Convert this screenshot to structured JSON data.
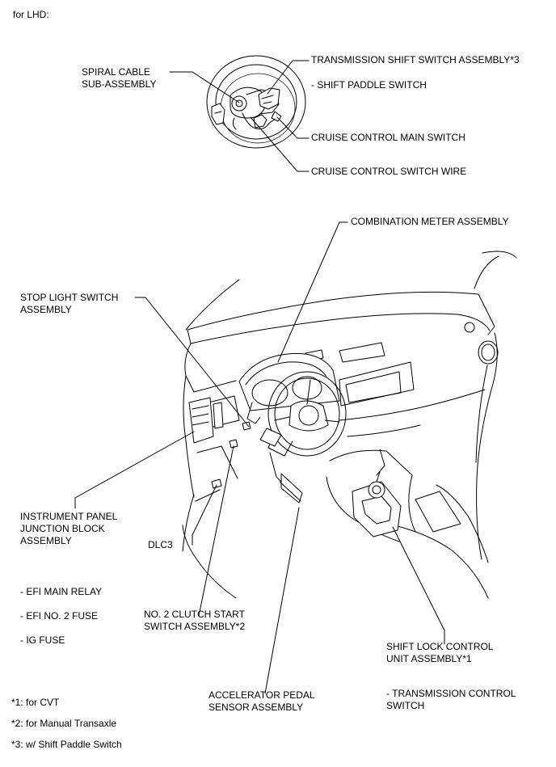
{
  "header": "for LHD:",
  "labels": {
    "spiral_cable": "SPIRAL CABLE\nSUB-ASSEMBLY",
    "trans_shift_switch": "TRANSMISSION SHIFT SWITCH ASSEMBLY*3",
    "shift_paddle": "- SHIFT PADDLE SWITCH",
    "cruise_main": "CRUISE CONTROL MAIN SWITCH",
    "cruise_wire": "CRUISE CONTROL SWITCH WIRE",
    "combination_meter": "COMBINATION METER ASSEMBLY",
    "stop_light": "STOP LIGHT SWITCH\nASSEMBLY",
    "ip_junction": "INSTRUMENT PANEL\nJUNCTION BLOCK\nASSEMBLY",
    "dlc3": "DLC3",
    "efi_main_relay": "- EFI MAIN RELAY",
    "efi_no2_fuse": "- EFI NO. 2 FUSE",
    "ig_fuse": "- IG FUSE",
    "clutch_start": "NO. 2 CLUTCH START\nSWITCH ASSEMBLY*2",
    "shift_lock": "SHIFT LOCK CONTROL\nUNIT ASSEMBLY*1",
    "trans_control": "- TRANSMISSION CONTROL\nSWITCH",
    "accel_pedal": "ACCELERATOR PEDAL\nSENSOR ASSEMBLY"
  },
  "footnotes": [
    "*1: for CVT",
    "*2: for Manual Transaxle",
    "*3: w/ Shift Paddle Switch"
  ]
}
